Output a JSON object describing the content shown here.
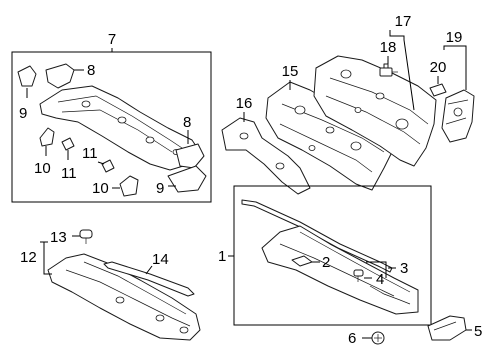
{
  "diagram": {
    "callouts": {
      "c1": "1",
      "c2": "2",
      "c3": "3",
      "c4": "4",
      "c5": "5",
      "c6": "6",
      "c7": "7",
      "c8a": "8",
      "c8b": "8",
      "c9a": "9",
      "c9b": "9",
      "c10a": "10",
      "c10b": "10",
      "c11a": "11",
      "c11b": "11",
      "c12": "12",
      "c13": "13",
      "c14": "14",
      "c15": "15",
      "c16": "16",
      "c17": "17",
      "c18": "18",
      "c19": "19",
      "c20": "20"
    }
  }
}
